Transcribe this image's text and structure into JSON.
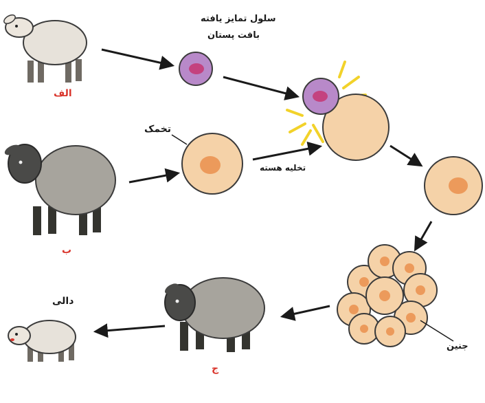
{
  "labels": {
    "cell_donor": "سلول تمایز یافته",
    "cell_donor_line2": "بافت پستان",
    "egg": "تخمک",
    "enucleation": "تخلیه هسته",
    "embryo": "جنین",
    "dolly": "دالی",
    "sheep_a": "الف",
    "sheep_b": "ب",
    "sheep_c": "ج"
  },
  "colors": {
    "label_red": "#d9342b",
    "egg_fill": "#f5d2a8",
    "nucleus_fill": "#ec9a5b",
    "donor_cell_fill": "#b889c9",
    "donor_nucleus_fill": "#c4427f",
    "spark": "#f2d22a",
    "white_wool": "#e7e2da",
    "dark_wool": "#a7a49d"
  }
}
